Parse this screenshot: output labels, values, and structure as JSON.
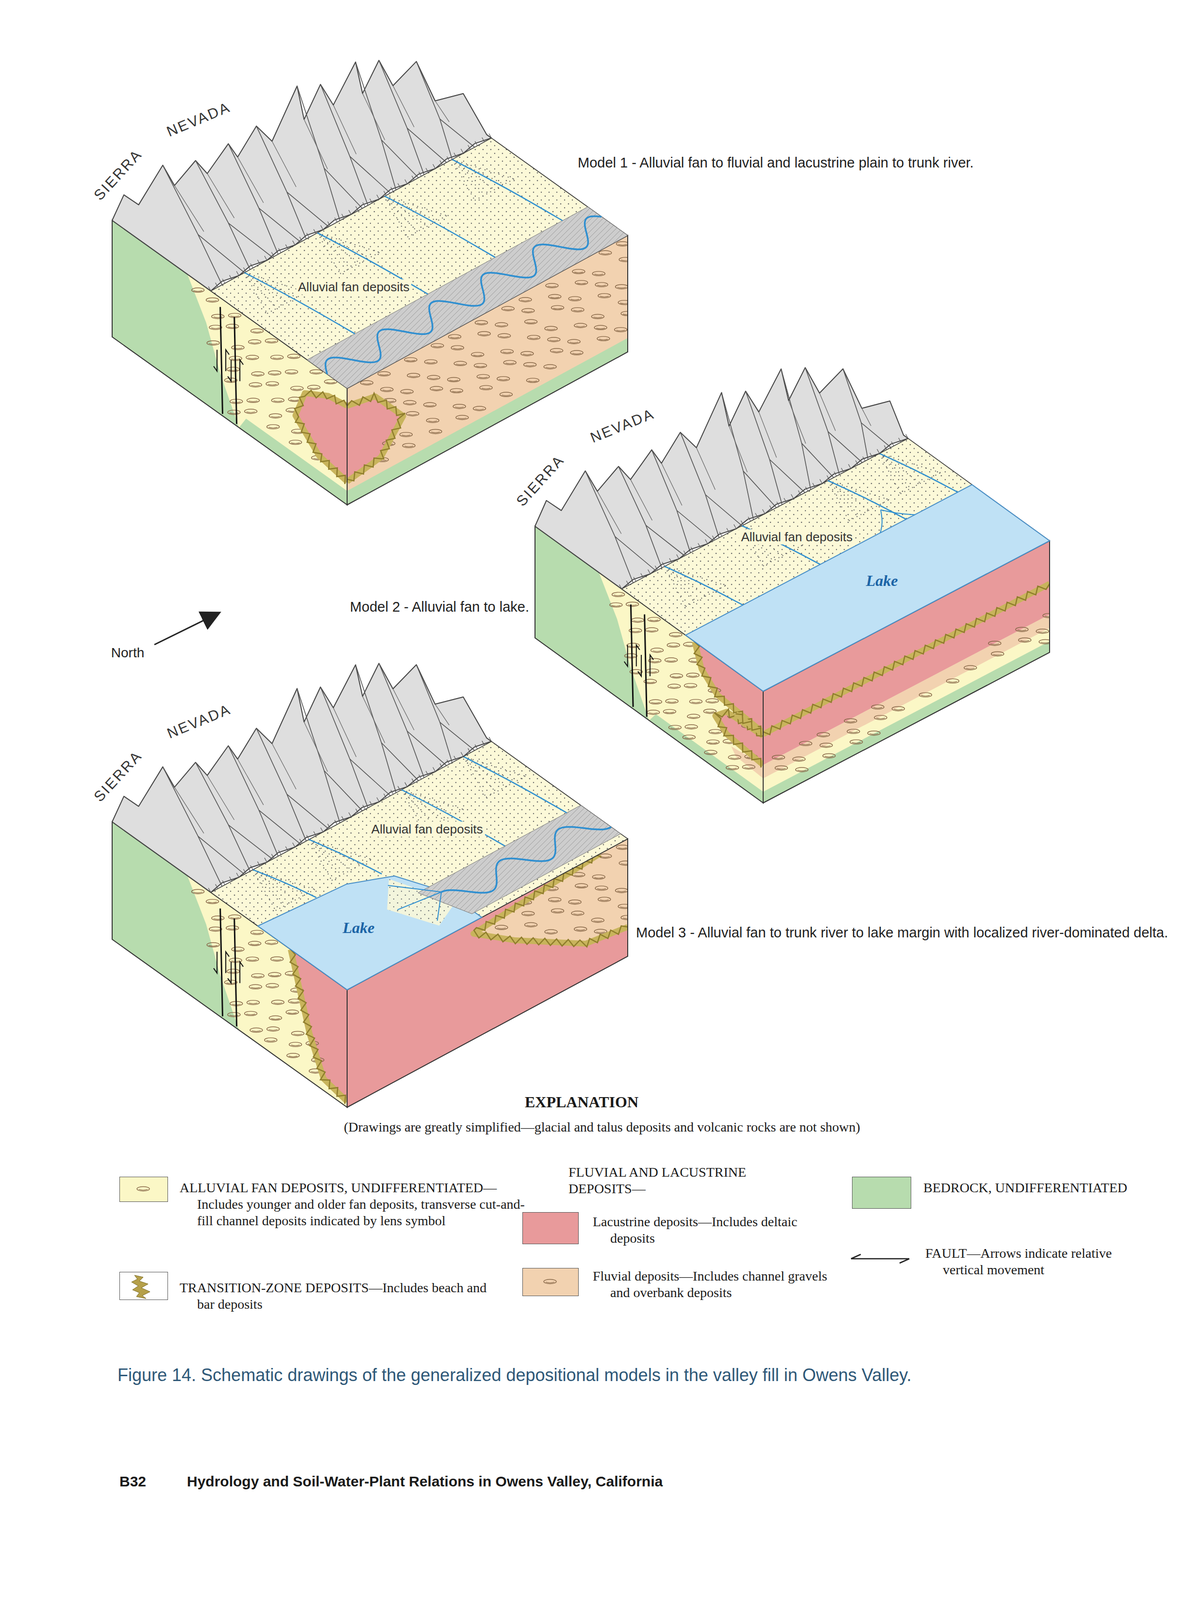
{
  "diagram": {
    "caption": "Figure 14. Schematic drawings of the generalized depositional models in the valley fill in Owens Valley.",
    "labels": [
      "NEVADA",
      "SIERRA",
      "Model 1 - Alluvial fan to fluvial and lacustrine plain to trunk river.",
      "Alluvial fan deposits",
      "NEVADA",
      "SIERRA",
      "Alluvial fan deposits",
      "Model 2 - Alluvial fan to lake.",
      "Lake",
      "North",
      "NEVADA",
      "SIERRA",
      "Alluvial fan deposits",
      "Lake",
      "Model 3 - Alluvial fan to trunk river to lake margin with localized river-dominated delta.",
      "EXPLANATION",
      "(Drawings are greatly simplified—glacial and talus deposits and volcanic rocks are not shown)",
      "FLUVIAL AND LACUSTRINE DEPOSITS—",
      "B32",
      "Hydrology and Soil-Water-Plant Relations in Owens Valley, California"
    ],
    "legend": [
      {
        "text": "ALLUVIAL FAN DEPOSITS, UNDIFFERENTIATED—Includes younger and older fan deposits, transverse cut-and-fill channel deposits indicated by lens symbol",
        "color": "#fbf7c6"
      },
      {
        "text": "TRANSITION-ZONE DEPOSITS—Includes beach and bar deposits",
        "color": "#b5a04a"
      },
      {
        "text": "Lacustrine deposits—Includes deltaic deposits",
        "color": "#e89a9b"
      },
      {
        "text": "Fluvial deposits—Includes channel gravels and overbank deposits",
        "color": "#f2d2b0"
      },
      {
        "text": "BEDROCK, UNDIFFERENTIATED",
        "color": "#b7dcae"
      },
      {
        "text": "FAULT—Arrows indicate relative vertical movement"
      }
    ]
  }
}
